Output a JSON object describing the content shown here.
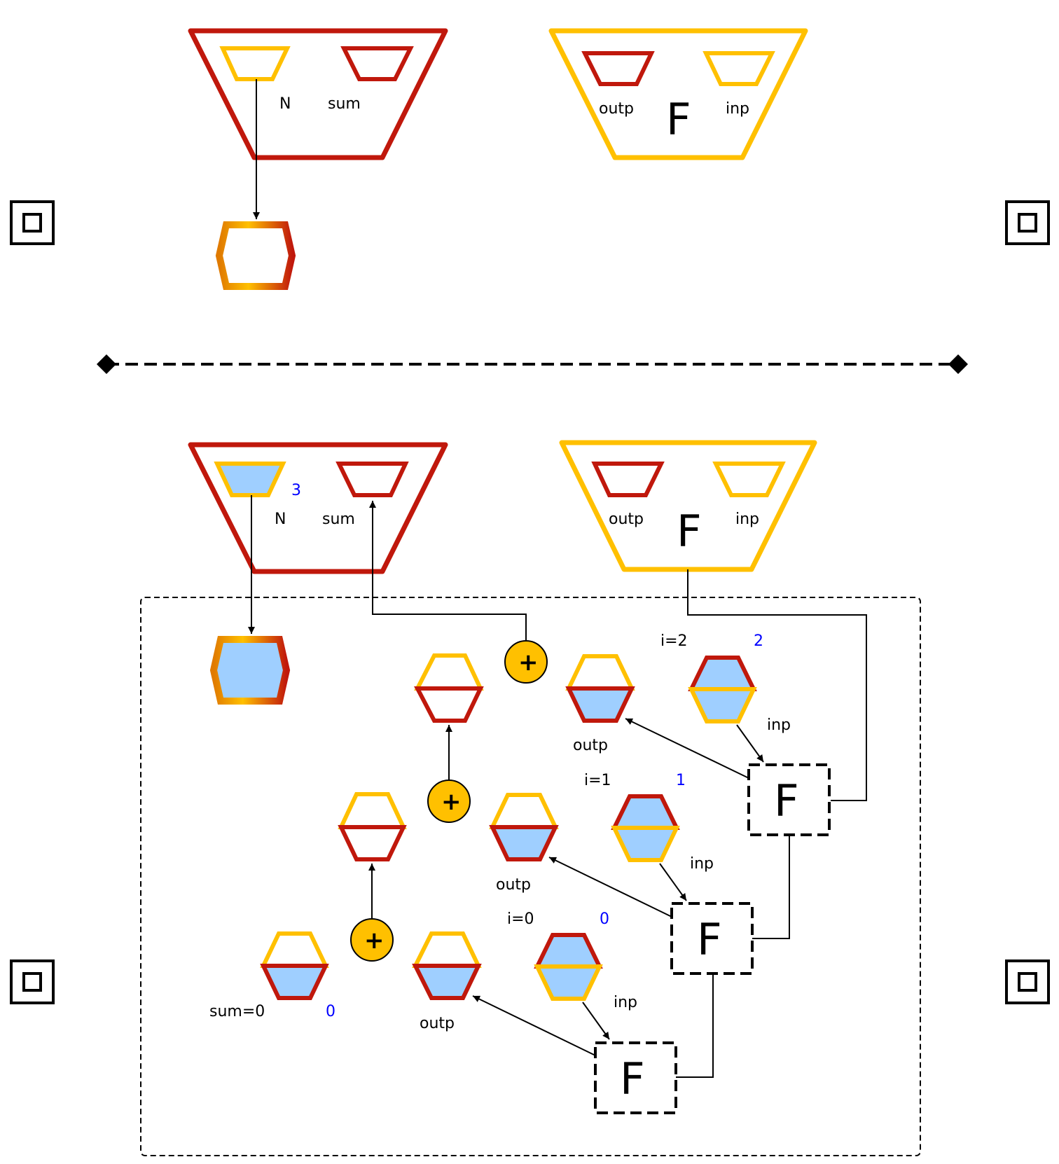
{
  "colors": {
    "red": "#c0180c",
    "yellow": "#ffc000",
    "fill": "#9fcfff",
    "adder": "#ffc000",
    "value": "#0000ff"
  },
  "top": {
    "main_label_n": "N",
    "main_label_sum": "sum",
    "func_label_outp": "outp",
    "func_label_inp": "inp",
    "func_name": "F"
  },
  "bottom": {
    "main_value_n": "3",
    "main_label_n": "N",
    "main_label_sum": "sum",
    "func_label_outp": "outp",
    "func_label_inp": "inp",
    "func_name": "F",
    "plus_symbol": "+",
    "iterations": [
      {
        "index": "i=2",
        "value": "2",
        "outp": "outp",
        "inp": "inp",
        "func": "F"
      },
      {
        "index": "i=1",
        "value": "1",
        "outp": "outp",
        "inp": "inp",
        "func": "F"
      },
      {
        "index": "i=0",
        "value": "0",
        "outp": "outp",
        "inp": "inp",
        "func": "F"
      }
    ],
    "sum_init_label": "sum=0",
    "sum_init_value": "0"
  }
}
